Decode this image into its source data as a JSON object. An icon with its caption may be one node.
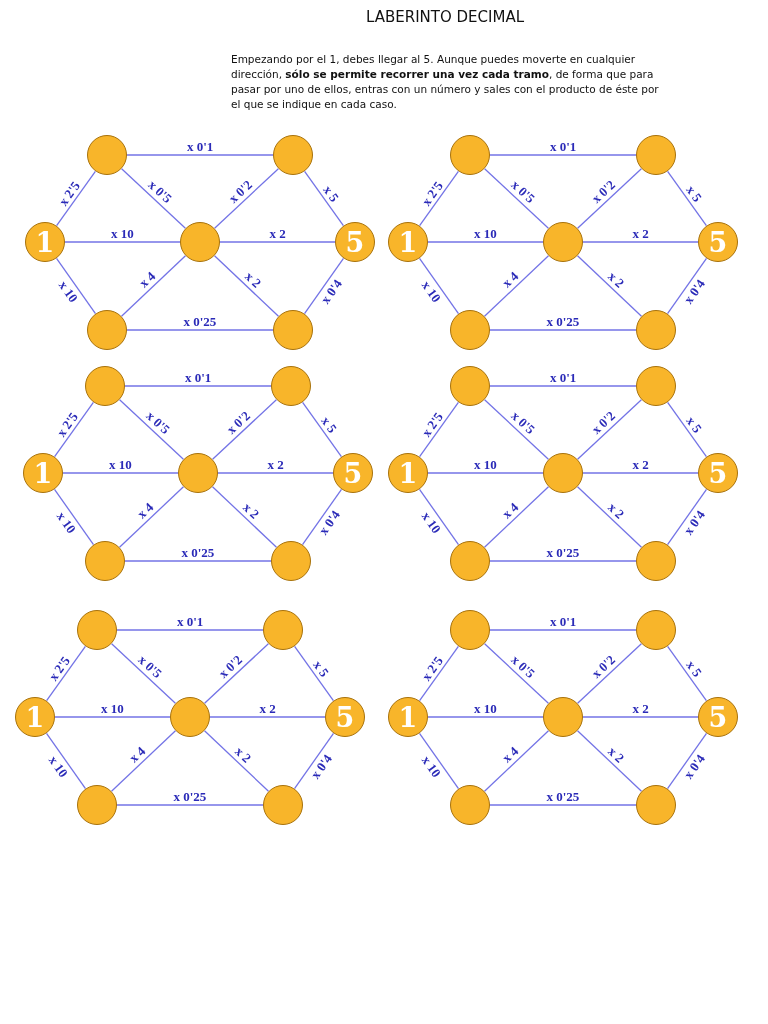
{
  "diagram": {
    "title": "LABERINTO DECIMAL",
    "labels": [
      "Empezando por el 1, debes llegar al 5. Aunque puedes moverte en cualquier dirección, **sólo se permite recorrer una vez cada tramo**, de forma que para pasar por uno de ellos, entras con un número y sales con el producto de éste por el que se indique en cada caso."
    ],
    "nodes": [
      {
        "text": [],
        "shape": "circle"
      },
      {
        "text": [],
        "shape": "circle"
      },
      {
        "text": [
          "1"
        ]
      },
      {
        "text": [],
        "shape": "circle"
      },
      {
        "text": [
          "5"
        ]
      },
      {
        "text": [],
        "shape": "circle"
      },
      {
        "text": [],
        "shape": "circle"
      },
      {
        "text": [],
        "shape": "circle"
      },
      {
        "text": [],
        "shape": "circle"
      },
      {
        "text": [
          "1"
        ]
      },
      {
        "text": [],
        "shape": "circle"
      },
      {
        "text": [
          "5"
        ]
      },
      {
        "text": [],
        "shape": "circle"
      },
      {
        "text": [],
        "shape": "circle"
      },
      {
        "text": [],
        "shape": "circle"
      },
      {
        "text": [],
        "shape": "circle"
      },
      {
        "text": [
          "1"
        ]
      },
      {
        "text": [],
        "shape": "circle"
      },
      {
        "text": [
          "5"
        ]
      },
      {
        "text": [],
        "shape": "circle"
      },
      {
        "text": [],
        "shape": "circle"
      },
      {
        "text": [],
        "shape": "circle"
      },
      {
        "text": [],
        "shape": "circle"
      },
      {
        "text": [
          "1"
        ]
      },
      {
        "text": [],
        "shape": "circle"
      },
      {
        "text": [
          "5"
        ]
      },
      {
        "text": [],
        "shape": "circle"
      },
      {
        "text": [],
        "shape": "circle"
      },
      {
        "text": [],
        "shape": "circle"
      },
      {
        "text": [],
        "shape": "circle"
      },
      {
        "text": [
          "1"
        ]
      },
      {
        "text": [],
        "shape": "circle"
      },
      {
        "text": [
          "5"
        ]
      },
      {
        "text": [],
        "shape": "circle"
      },
      {
        "text": [],
        "shape": "circle"
      },
      {
        "text": [],
        "shape": "circle"
      },
      {
        "text": [],
        "shape": "circle"
      },
      {
        "text": [
          "1"
        ]
      },
      {
        "text": [],
        "shape": "circle"
      },
      {
        "text": [
          "5"
        ]
      },
      {
        "text": [],
        "shape": "circle"
      },
      {
        "text": [],
        "shape": "circle"
      }
    ],
    "edges": [
      {
        "from": 2,
        "to": 0,
        "arrow": "none",
        "label": "x 2'5"
      },
      {
        "from": 0,
        "to": 1,
        "arrow": "none",
        "label": "x 0'1"
      },
      {
        "from": 0,
        "to": 3,
        "arrow": "none",
        "label": "x 0'5"
      },
      {
        "from": 3,
        "to": 1,
        "arrow": "none",
        "label": "x 0'2"
      },
      {
        "from": 1,
        "to": 4,
        "arrow": "none",
        "label": "x 5"
      },
      {
        "from": 2,
        "to": 3,
        "arrow": "none",
        "label": "x 10"
      },
      {
        "from": 3,
        "to": 4,
        "arrow": "none",
        "label": "x 2"
      },
      {
        "from": 2,
        "to": 5,
        "arrow": "none",
        "label": "x 10"
      },
      {
        "from": 5,
        "to": 3,
        "arrow": "none",
        "label": "x 4"
      },
      {
        "from": 3,
        "to": 6,
        "arrow": "none",
        "label": "x 2"
      },
      {
        "from": 6,
        "to": 4,
        "arrow": "none",
        "label": "x 0'4"
      },
      {
        "from": 5,
        "to": 6,
        "arrow": "none",
        "label": "x 0'25"
      },
      {
        "from": 9,
        "to": 7,
        "arrow": "none",
        "label": "x 2'5"
      },
      {
        "from": 7,
        "to": 8,
        "arrow": "none",
        "label": "x 0'1"
      },
      {
        "from": 7,
        "to": 10,
        "arrow": "none",
        "label": "x 0'5"
      },
      {
        "from": 10,
        "to": 8,
        "arrow": "none",
        "label": "x 0'2"
      },
      {
        "from": 8,
        "to": 11,
        "arrow": "none",
        "label": "x 5"
      },
      {
        "from": 9,
        "to": 10,
        "arrow": "none",
        "label": "x 10"
      },
      {
        "from": 10,
        "to": 11,
        "arrow": "none",
        "label": "x 2"
      },
      {
        "from": 9,
        "to": 12,
        "arrow": "none",
        "label": "x 10"
      },
      {
        "from": 12,
        "to": 10,
        "arrow": "none",
        "label": "x 4"
      },
      {
        "from": 10,
        "to": 13,
        "arrow": "none",
        "label": "x 2"
      },
      {
        "from": 13,
        "to": 11,
        "arrow": "none",
        "label": "x 0'4"
      },
      {
        "from": 12,
        "to": 13,
        "arrow": "none",
        "label": "x 0'25"
      },
      {
        "from": 16,
        "to": 14,
        "arrow": "none",
        "label": "x 2'5"
      },
      {
        "from": 14,
        "to": 15,
        "arrow": "none",
        "label": "x 0'1"
      },
      {
        "from": 14,
        "to": 17,
        "arrow": "none",
        "label": "x 0'5"
      },
      {
        "from": 17,
        "to": 15,
        "arrow": "none",
        "label": "x 0'2"
      },
      {
        "from": 15,
        "to": 18,
        "arrow": "none",
        "label": "x 5"
      },
      {
        "from": 16,
        "to": 17,
        "arrow": "none",
        "label": "x 10"
      },
      {
        "from": 17,
        "to": 18,
        "arrow": "none",
        "label": "x 2"
      },
      {
        "from": 16,
        "to": 19,
        "arrow": "none",
        "label": "x 10"
      },
      {
        "from": 19,
        "to": 17,
        "arrow": "none",
        "label": "x 4"
      },
      {
        "from": 17,
        "to": 20,
        "arrow": "none",
        "label": "x 2"
      },
      {
        "from": 20,
        "to": 18,
        "arrow": "none",
        "label": "x 0'4"
      },
      {
        "from": 19,
        "to": 20,
        "arrow": "none",
        "label": "x 0'25"
      },
      {
        "from": 23,
        "to": 21,
        "arrow": "none",
        "label": "x 2'5"
      },
      {
        "from": 21,
        "to": 22,
        "arrow": "none",
        "label": "x 0'1"
      },
      {
        "from": 21,
        "to": 24,
        "arrow": "none",
        "label": "x 0'5"
      },
      {
        "from": 24,
        "to": 22,
        "arrow": "none",
        "label": "x 0'2"
      },
      {
        "from": 22,
        "to": 25,
        "arrow": "none",
        "label": "x 5"
      },
      {
        "from": 23,
        "to": 24,
        "arrow": "none",
        "label": "x 10"
      },
      {
        "from": 24,
        "to": 25,
        "arrow": "none",
        "label": "x 2"
      },
      {
        "from": 23,
        "to": 26,
        "arrow": "none",
        "label": "x 10"
      },
      {
        "from": 26,
        "to": 24,
        "arrow": "none",
        "label": "x 4"
      },
      {
        "from": 24,
        "to": 27,
        "arrow": "none",
        "label": "x 2"
      },
      {
        "from": 27,
        "to": 25,
        "arrow": "none",
        "label": "x 0'4"
      },
      {
        "from": 26,
        "to": 27,
        "arrow": "none",
        "label": "x 0'25"
      },
      {
        "from": 30,
        "to": 28,
        "arrow": "none",
        "label": "x 2'5"
      },
      {
        "from": 28,
        "to": 29,
        "arrow": "none",
        "label": "x 0'1"
      },
      {
        "from": 28,
        "to": 31,
        "arrow": "none",
        "label": "x 0'5"
      },
      {
        "from": 31,
        "to": 29,
        "arrow": "none",
        "label": "x 0'2"
      },
      {
        "from": 29,
        "to": 32,
        "arrow": "none",
        "label": "x 5"
      },
      {
        "from": 30,
        "to": 31,
        "arrow": "none",
        "label": "x 10"
      },
      {
        "from": 31,
        "to": 32,
        "arrow": "none",
        "label": "x 2"
      },
      {
        "from": 30,
        "to": 33,
        "arrow": "none",
        "label": "x 10"
      },
      {
        "from": 33,
        "to": 31,
        "arrow": "none",
        "label": "x 4"
      },
      {
        "from": 31,
        "to": 34,
        "arrow": "none",
        "label": "x 2"
      },
      {
        "from": 34,
        "to": 32,
        "arrow": "none",
        "label": "x 0'4"
      },
      {
        "from": 33,
        "to": 34,
        "arrow": "none",
        "label": "x 0'25"
      },
      {
        "from": 37,
        "to": 35,
        "arrow": "none",
        "label": "x 2'5"
      },
      {
        "from": 35,
        "to": 36,
        "arrow": "none",
        "label": "x 0'1"
      },
      {
        "from": 35,
        "to": 38,
        "arrow": "none",
        "label": "x 0'5"
      },
      {
        "from": 38,
        "to": 36,
        "arrow": "none",
        "label": "x 0'2"
      },
      {
        "from": 36,
        "to": 39,
        "arrow": "none",
        "label": "x 5"
      },
      {
        "from": 37,
        "to": 38,
        "arrow": "none",
        "label": "x 10"
      },
      {
        "from": 38,
        "to": 39,
        "arrow": "none",
        "label": "x 2"
      },
      {
        "from": 37,
        "to": 40,
        "arrow": "none",
        "label": "x 10"
      },
      {
        "from": 40,
        "to": 38,
        "arrow": "none",
        "label": "x 4"
      },
      {
        "from": 38,
        "to": 41,
        "arrow": "none",
        "label": "x 2"
      },
      {
        "from": 41,
        "to": 39,
        "arrow": "none",
        "label": "x 0'4"
      },
      {
        "from": 40,
        "to": 41,
        "arrow": "none",
        "label": "x 0'25"
      }
    ]
  }
}
